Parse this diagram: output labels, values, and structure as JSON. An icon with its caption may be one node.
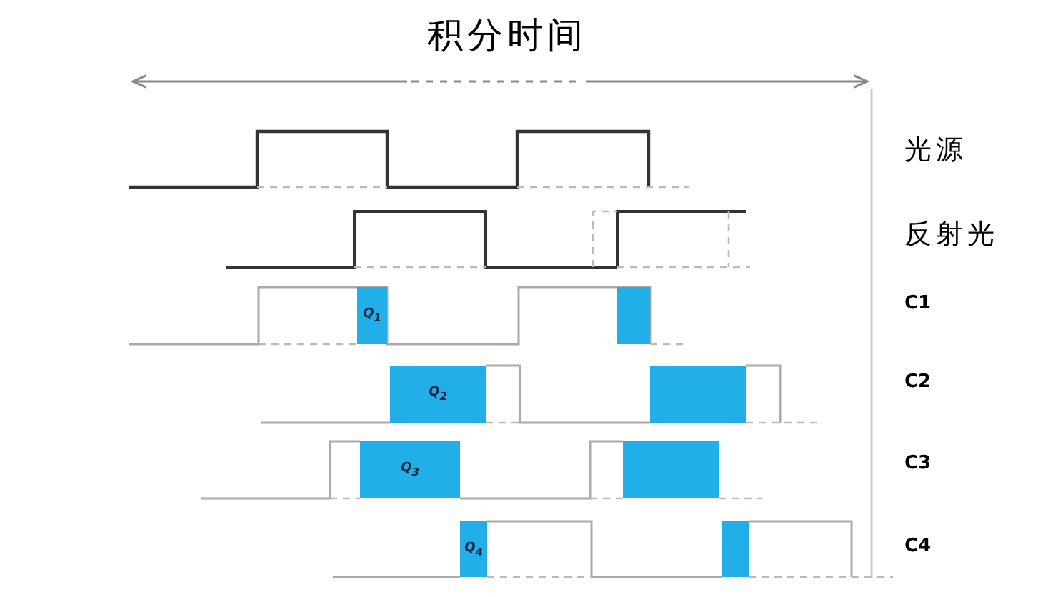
{
  "diagram": {
    "title": "积分时间",
    "nodes": [
      {
        "text": [
          "Q$_{1}$"
        ]
      },
      {
        "text": [],
        "shape": "box"
      },
      {
        "text": [
          "Q$_{2}$"
        ]
      },
      {
        "text": [],
        "shape": "box"
      },
      {
        "text": [
          "Q$_{3}$"
        ]
      },
      {
        "text": [],
        "shape": "box"
      },
      {
        "text": [
          "Q$_{4}$"
        ]
      },
      {
        "text": [],
        "shape": "box"
      }
    ],
    "labels": [
      "光源",
      "反射光",
      "C1",
      "C2",
      "C3",
      "C4"
    ]
  }
}
